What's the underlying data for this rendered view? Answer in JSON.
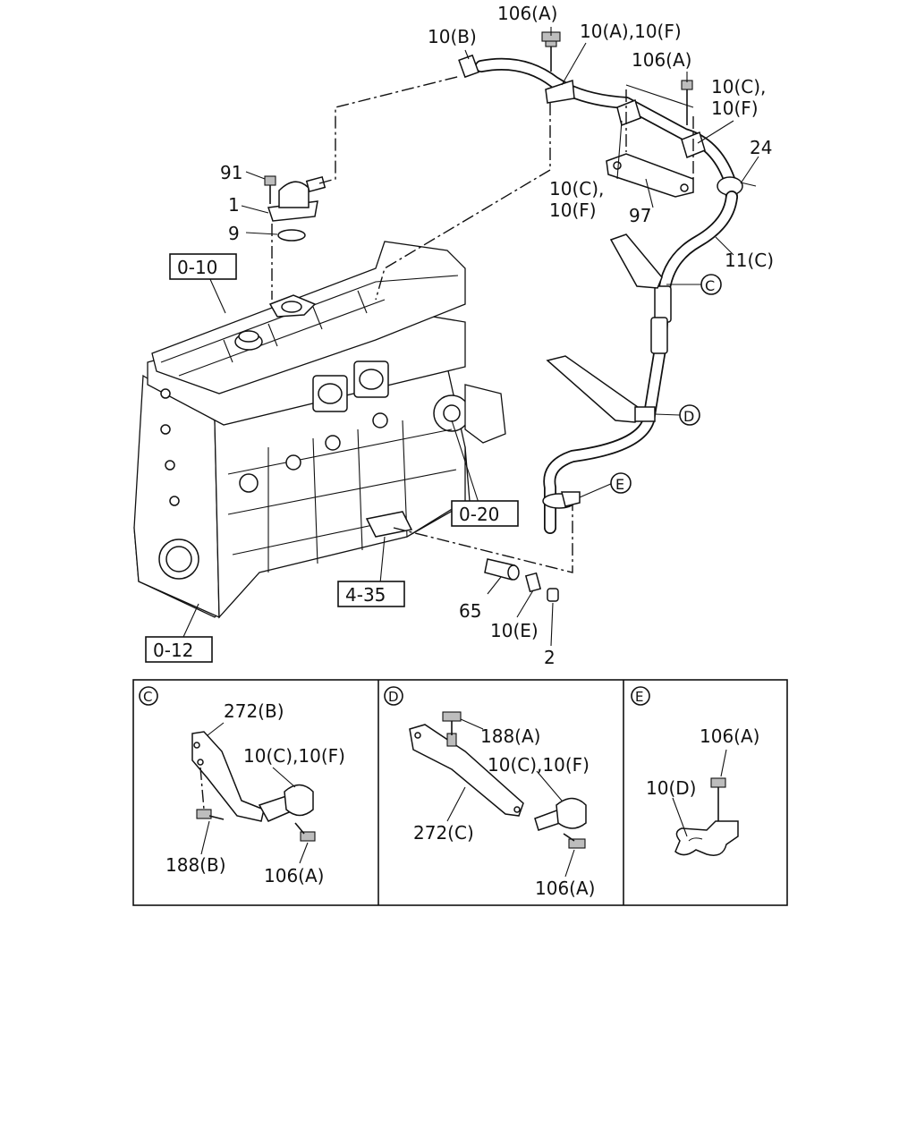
{
  "labels": {
    "l_106A_top": "106(A)",
    "l_10B": "10(B)",
    "l_10A10F": "10(A),10(F)",
    "l_106A_2": "106(A)",
    "l_10C_1": "10(C),",
    "l_10F_1": "10(F)",
    "l_24": "24",
    "l_91": "91",
    "l_1": "1",
    "l_9": "9",
    "l_10C_2": "10(C),",
    "l_10F_2": "10(F)",
    "l_97": "97",
    "l_11C": "11(C)",
    "l_C_main": "C",
    "l_D_main": "D",
    "l_E_main": "E",
    "l_65": "65",
    "l_10E": "10(E)",
    "l_2": "2"
  },
  "refs": {
    "r_0_10": "0-10",
    "r_0_20": "0-20",
    "r_4_35": "4-35",
    "r_0_12": "0-12"
  },
  "detail_c": {
    "marker": "C",
    "l_272B": "272(B)",
    "l_10C10F": "10(C),10(F)",
    "l_188B": "188(B)",
    "l_106A": "106(A)"
  },
  "detail_d": {
    "marker": "D",
    "l_188A": "188(A)",
    "l_10C10F": "10(C),10(F)",
    "l_272C": "272(C)",
    "l_106A": "106(A)"
  },
  "detail_e": {
    "marker": "E",
    "l_106A": "106(A)",
    "l_10D": "10(D)"
  }
}
